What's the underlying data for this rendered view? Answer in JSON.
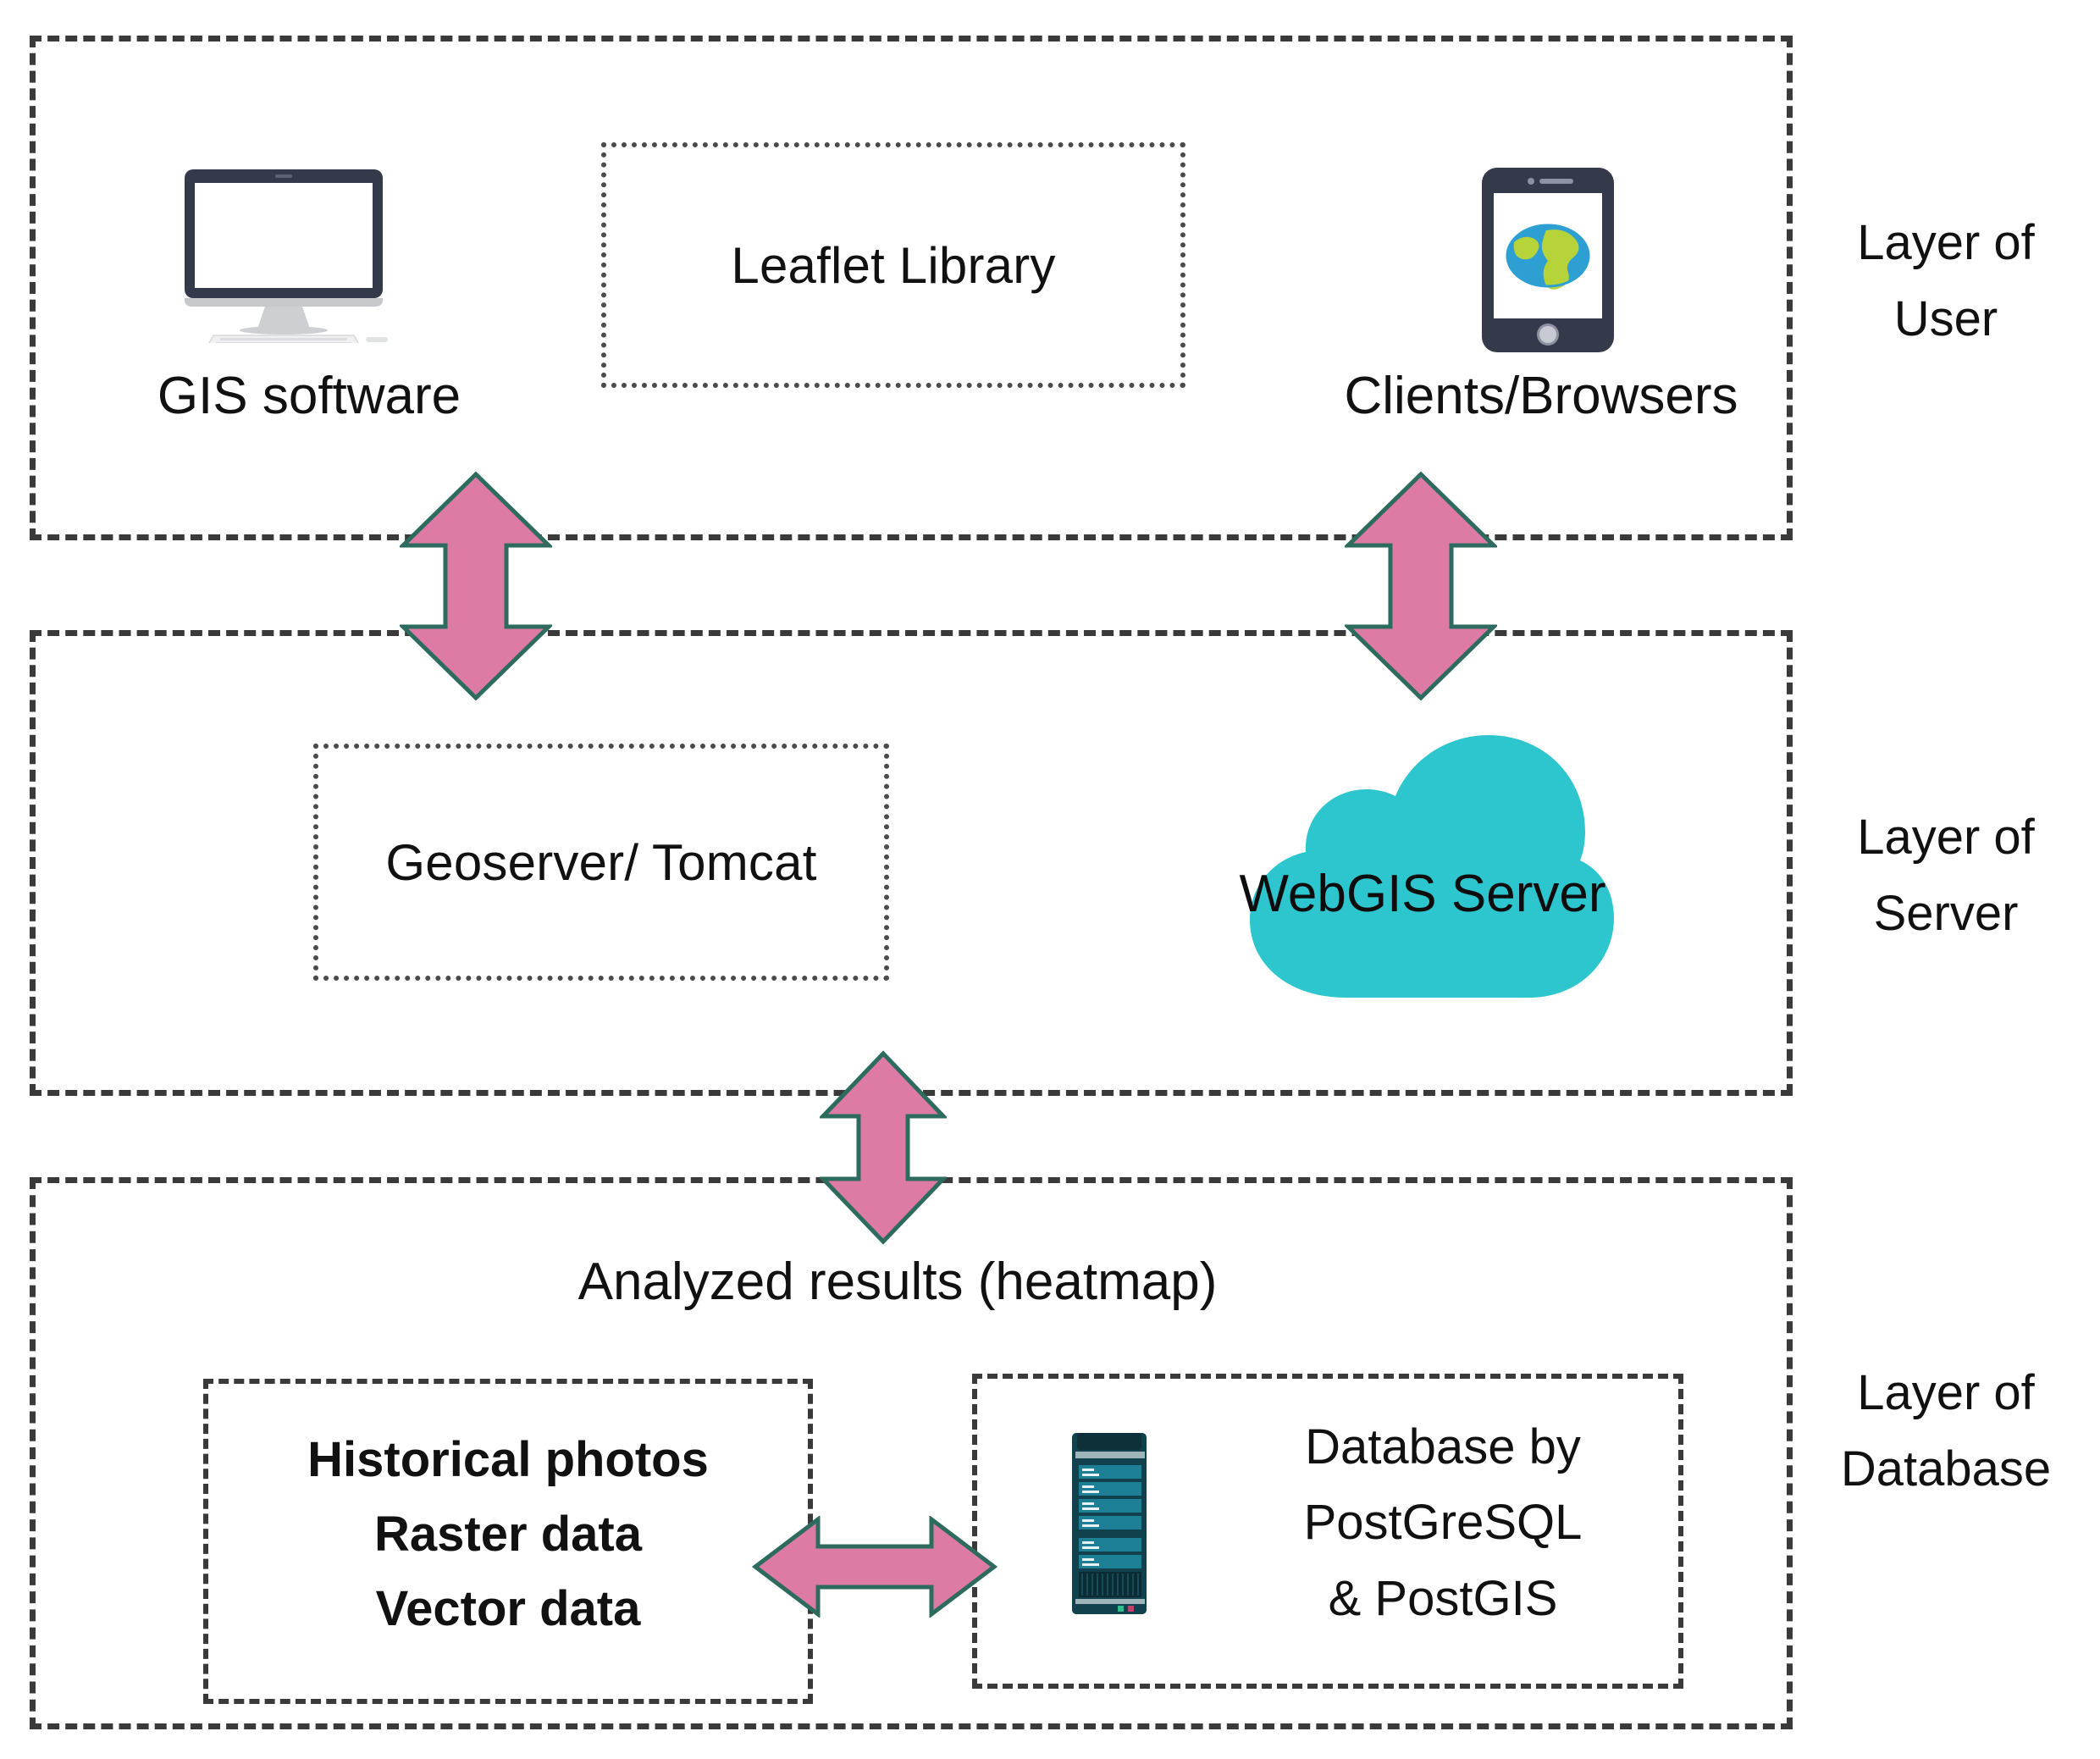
{
  "diagram": {
    "title": "WebGIS three-layer architecture",
    "colors": {
      "arrow_fill": "#dd7ba5",
      "arrow_stroke": "#2c6b5e",
      "cloud": "#2dc6ce",
      "monitor_bezel": "#343a4a",
      "rack_body": "#11414c",
      "rack_bar": "#1c7f94",
      "dash_border": "#3a3a3a",
      "text": "#111111"
    }
  },
  "layers": [
    {
      "id": "user",
      "label_line1": "Layer of",
      "label_line2": "User"
    },
    {
      "id": "server",
      "label_line1": "Layer of",
      "label_line2": "Server"
    },
    {
      "id": "database",
      "label_line1": "Layer of",
      "label_line2": "Database"
    }
  ],
  "user_layer": {
    "gis_software_caption": "GIS software",
    "leaflet_box_label": "Leaflet Library",
    "clients_caption": "Clients/Browsers",
    "monitor_icon": "desktop-monitor-icon",
    "phone_icon": "mobile-phone-globe-icon"
  },
  "server_layer": {
    "geoserver_box_label": "Geoserver/ Tomcat",
    "cloud_label": "WebGIS Server",
    "cloud_icon": "cloud-icon"
  },
  "database_layer": {
    "analyzed_results_caption": "Analyzed results (heatmap)",
    "sources": {
      "line1": "Historical photos",
      "line2": "Raster data",
      "line3": "Vector data"
    },
    "database": {
      "line1": "Database by",
      "line2": "PostGreSQL",
      "line3": "& PostGIS"
    },
    "rack_icon": "server-rack-icon"
  },
  "arrows": [
    {
      "id": "gis-to-geoserver",
      "icon": "double-arrow-vertical-icon",
      "direction": "vertical"
    },
    {
      "id": "clients-to-cloud",
      "icon": "double-arrow-vertical-icon",
      "direction": "vertical"
    },
    {
      "id": "server-to-database",
      "icon": "double-arrow-vertical-icon",
      "direction": "vertical"
    },
    {
      "id": "sources-to-db",
      "icon": "double-arrow-horizontal-icon",
      "direction": "horizontal"
    }
  ]
}
